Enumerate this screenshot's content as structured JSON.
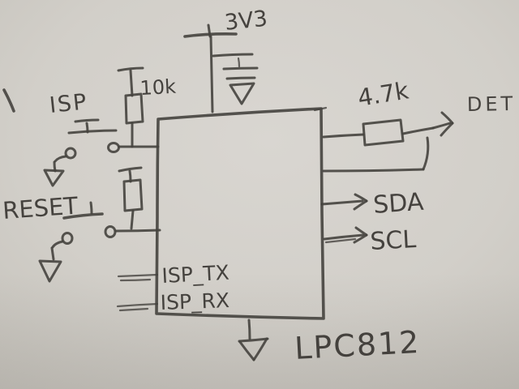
{
  "diagram": {
    "labels": {
      "power": "3V3",
      "isp_pullup": "10k",
      "isp": "ISP",
      "reset": "RESET",
      "isp_tx": "ISP_TX",
      "isp_rx": "ISP_RX",
      "det_resistor": "4.7k",
      "det": "DET",
      "sda": "SDA",
      "scl": "SCL",
      "chip": "LPC812"
    },
    "colors": {
      "paper": "#d3d0ca",
      "ink": "#45423e"
    }
  }
}
